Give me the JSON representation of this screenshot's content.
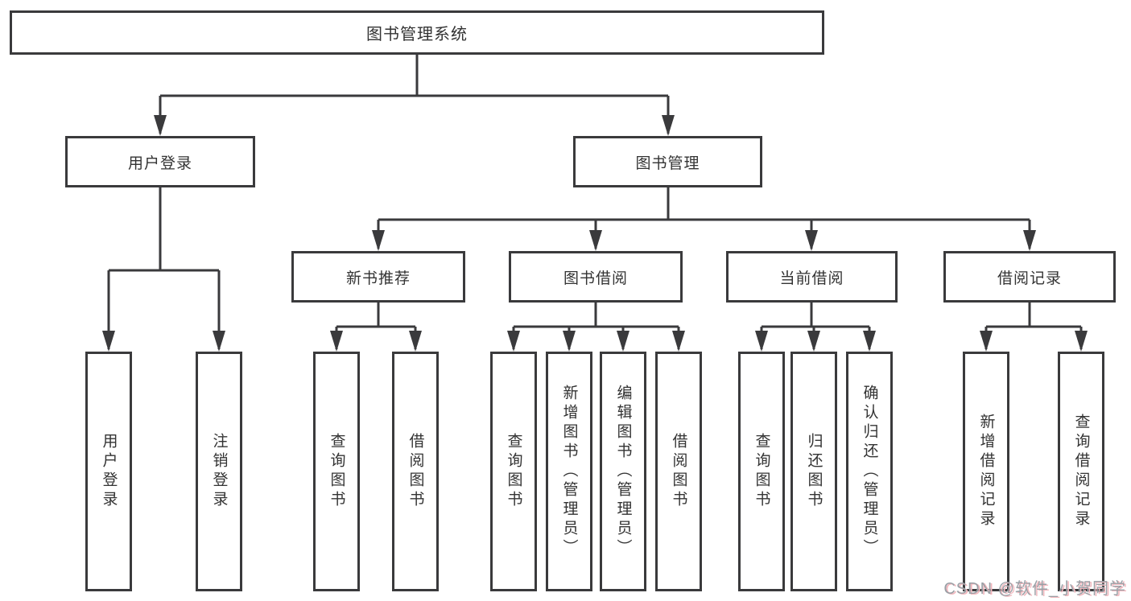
{
  "diagram": {
    "title": "图书管理系统",
    "level2": [
      {
        "label": "用户登录"
      },
      {
        "label": "图书管理"
      }
    ],
    "level3": [
      {
        "label": "新书推荐"
      },
      {
        "label": "图书借阅"
      },
      {
        "label": "当前借阅"
      },
      {
        "label": "借阅记录"
      }
    ],
    "leaves": [
      {
        "label": "用户登录"
      },
      {
        "label": "注销登录"
      },
      {
        "label": "查询图书"
      },
      {
        "label": "借阅图书"
      },
      {
        "label": "查询图书"
      },
      {
        "label": "新增图书（管理员）"
      },
      {
        "label": "编辑图书（管理员）"
      },
      {
        "label": "借阅图书"
      },
      {
        "label": "查询图书"
      },
      {
        "label": "归还图书"
      },
      {
        "label": "确认归还（管理员）"
      },
      {
        "label": "新增借阅记录"
      },
      {
        "label": "查询借阅记录"
      }
    ],
    "colors": {
      "line": "#3a3a3c",
      "text": "#333333",
      "background": "#ffffff",
      "watermark_text": "#9aa0a6",
      "watermark_shadow": "#f2b7bd"
    }
  },
  "watermark": {
    "text": "CSDN @软件_小贺同学"
  }
}
